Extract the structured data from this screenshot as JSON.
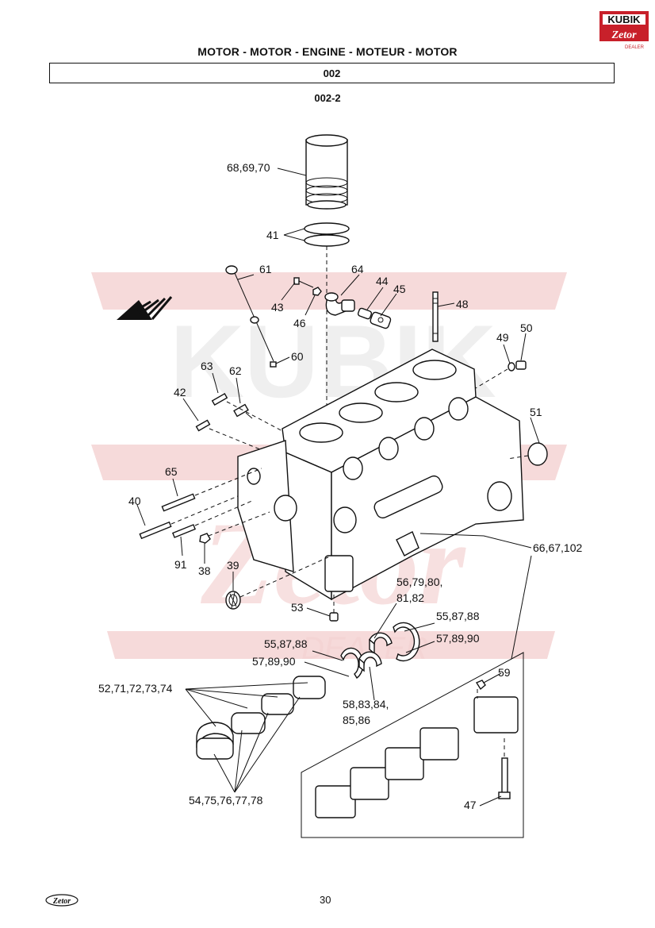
{
  "header": {
    "title": "MOTOR - MOTOR - ENGINE - MOTEUR - MOTOR",
    "section": "002",
    "subsection": "002-2"
  },
  "logo": {
    "brand_text": "KUBIK",
    "sub_text": "Zetor",
    "dealer_text": "DEALER",
    "colors": {
      "red": "#c8202a",
      "dark": "#111111"
    }
  },
  "watermark": {
    "brand_text": "KUBIK",
    "sub_text": "Zetor",
    "dealer_text": "DEALER",
    "color": "#f4d4d4"
  },
  "callouts": {
    "c68": "68,69,70",
    "c41": "41",
    "c61": "61",
    "c64": "64",
    "c44": "44",
    "c45": "45",
    "c43": "43",
    "c46": "46",
    "c48": "48",
    "c60": "60",
    "c49": "49",
    "c50": "50",
    "c63": "63",
    "c62": "62",
    "c42": "42",
    "c51": "51",
    "c65": "65",
    "c40": "40",
    "c91": "91",
    "c38": "38",
    "c39": "39",
    "c66": "66,67,102",
    "c56a": "56,79,80,",
    "c56b": "81,82",
    "c53": "53",
    "c55r": "55,87,88",
    "c57r": "57,89,90",
    "c55l": "55,87,88",
    "c57l": "57,89,90",
    "c52": "52,71,72,73,74",
    "c58a": "58,83,84,",
    "c58b": "85,86",
    "c59": "59",
    "c54": "54,75,76,77,78",
    "c47": "47"
  },
  "footer": {
    "page_number": "30",
    "logo_text": "Zetor"
  }
}
